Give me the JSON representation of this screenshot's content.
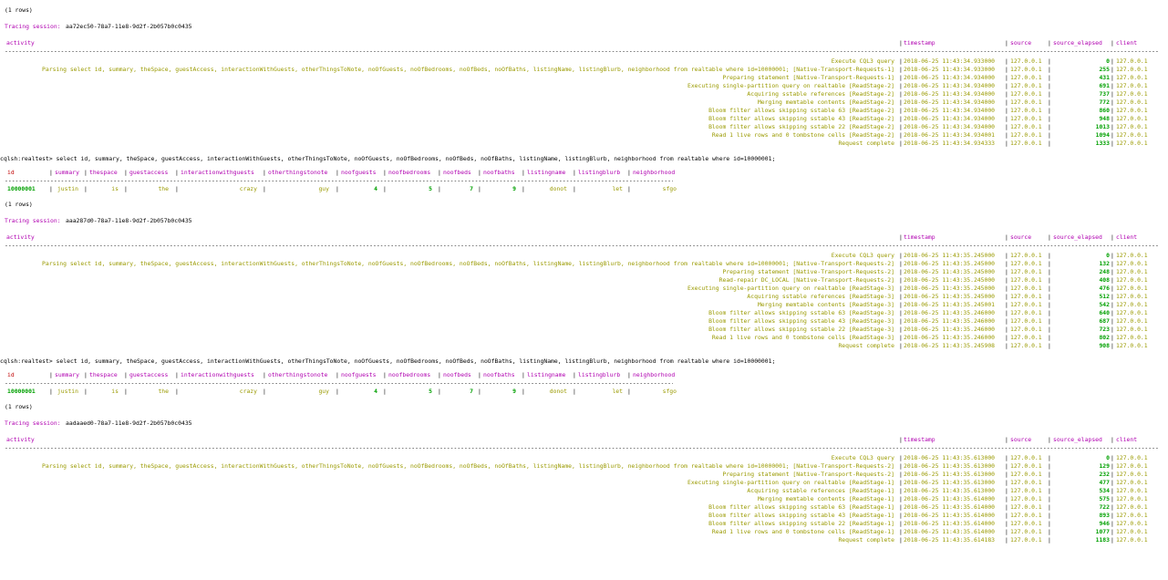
{
  "prompt": "cqlsh:realtest> select id, summary, theSpace, guestAccess, interactionWithGuests, otherThingsToNote, noOfGuests, noOfBedrooms, noOfBeds, noOfBaths, listingName, listingBlurb, neighborhood from realtable where id=10000001;",
  "rows_note": "(1 rows)",
  "tracing_label": "Tracing session:",
  "trace_headers": [
    "activity",
    "timestamp",
    "source",
    "source_elapsed",
    "client"
  ],
  "result_headers": [
    "id",
    "summary",
    "thespace",
    "guestaccess",
    "interactionwithguests",
    "otherthingstonote",
    "noofguests",
    "noofbedrooms",
    "noofbeds",
    "noofbaths",
    "listingname",
    "listingblurb",
    "neighborhood"
  ],
  "result_row": [
    "10000001",
    "justin",
    "is",
    "the",
    "crazy",
    "guy",
    "4",
    "5",
    "7",
    "9",
    "donot",
    "let",
    "sfgo"
  ],
  "sessions": [
    {
      "id": "aa72ec50-78a7-11e8-9d2f-2b057b0c0435",
      "rows": [
        [
          "Execute CQL3 query",
          "2018-06-25 11:43:34.933000",
          "127.0.0.1",
          "0",
          "127.0.0.1"
        ],
        [
          "Parsing select id, summary, theSpace, guestAccess, interactionWithGuests, otherThingsToNote, noOfGuests, noOfBedrooms, noOfBeds, noOfBaths, listingName, listingBlurb, neighborhood from realtable where id=10000001; [Native-Transport-Requests-1]",
          "2018-06-25 11:43:34.933000",
          "127.0.0.1",
          "255",
          "127.0.0.1"
        ],
        [
          "Preparing statement [Native-Transport-Requests-1]",
          "2018-06-25 11:43:34.934000",
          "127.0.0.1",
          "431",
          "127.0.0.1"
        ],
        [
          "Executing single-partition query on realtable [ReadStage-2]",
          "2018-06-25 11:43:34.934000",
          "127.0.0.1",
          "691",
          "127.0.0.1"
        ],
        [
          "Acquiring sstable references [ReadStage-2]",
          "2018-06-25 11:43:34.934000",
          "127.0.0.1",
          "737",
          "127.0.0.1"
        ],
        [
          "Merging memtable contents [ReadStage-2]",
          "2018-06-25 11:43:34.934000",
          "127.0.0.1",
          "772",
          "127.0.0.1"
        ],
        [
          "Bloom filter allows skipping sstable 63 [ReadStage-2]",
          "2018-06-25 11:43:34.934000",
          "127.0.0.1",
          "860",
          "127.0.0.1"
        ],
        [
          "Bloom filter allows skipping sstable 43 [ReadStage-2]",
          "2018-06-25 11:43:34.934000",
          "127.0.0.1",
          "948",
          "127.0.0.1"
        ],
        [
          "Bloom filter allows skipping sstable 22 [ReadStage-2]",
          "2018-06-25 11:43:34.934000",
          "127.0.0.1",
          "1013",
          "127.0.0.1"
        ],
        [
          "Read 1 live rows and 0 tombstone cells [ReadStage-2]",
          "2018-06-25 11:43:34.934001",
          "127.0.0.1",
          "1094",
          "127.0.0.1"
        ],
        [
          "Request complete",
          "2018-06-25 11:43:34.934333",
          "127.0.0.1",
          "1333",
          "127.0.0.1"
        ]
      ]
    },
    {
      "id": "aaa287d0-78a7-11e8-9d2f-2b057b0c0435",
      "rows": [
        [
          "Execute CQL3 query",
          "2018-06-25 11:43:35.245000",
          "127.0.0.1",
          "0",
          "127.0.0.1"
        ],
        [
          "Parsing select id, summary, theSpace, guestAccess, interactionWithGuests, otherThingsToNote, noOfGuests, noOfBedrooms, noOfBeds, noOfBaths, listingName, listingBlurb, neighborhood from realtable where id=10000001; [Native-Transport-Requests-2]",
          "2018-06-25 11:43:35.245000",
          "127.0.0.1",
          "132",
          "127.0.0.1"
        ],
        [
          "Preparing statement [Native-Transport-Requests-2]",
          "2018-06-25 11:43:35.245000",
          "127.0.0.1",
          "248",
          "127.0.0.1"
        ],
        [
          "Read-repair DC_LOCAL [Native-Transport-Requests-2]",
          "2018-06-25 11:43:35.245000",
          "127.0.0.1",
          "408",
          "127.0.0.1"
        ],
        [
          "Executing single-partition query on realtable [ReadStage-3]",
          "2018-06-25 11:43:35.245000",
          "127.0.0.1",
          "476",
          "127.0.0.1"
        ],
        [
          "Acquiring sstable references [ReadStage-3]",
          "2018-06-25 11:43:35.245000",
          "127.0.0.1",
          "512",
          "127.0.0.1"
        ],
        [
          "Merging memtable contents [ReadStage-3]",
          "2018-06-25 11:43:35.245001",
          "127.0.0.1",
          "542",
          "127.0.0.1"
        ],
        [
          "Bloom filter allows skipping sstable 63 [ReadStage-3]",
          "2018-06-25 11:43:35.246000",
          "127.0.0.1",
          "640",
          "127.0.0.1"
        ],
        [
          "Bloom filter allows skipping sstable 43 [ReadStage-3]",
          "2018-06-25 11:43:35.246000",
          "127.0.0.1",
          "687",
          "127.0.0.1"
        ],
        [
          "Bloom filter allows skipping sstable 22 [ReadStage-3]",
          "2018-06-25 11:43:35.246000",
          "127.0.0.1",
          "723",
          "127.0.0.1"
        ],
        [
          "Read 1 live rows and 0 tombstone cells [ReadStage-3]",
          "2018-06-25 11:43:35.246000",
          "127.0.0.1",
          "802",
          "127.0.0.1"
        ],
        [
          "Request complete",
          "2018-06-25 11:43:35.245908",
          "127.0.0.1",
          "908",
          "127.0.0.1"
        ]
      ]
    },
    {
      "id": "aadaaed0-78a7-11e8-9d2f-2b057b0c0435",
      "rows": [
        [
          "Execute CQL3 query",
          "2018-06-25 11:43:35.613000",
          "127.0.0.1",
          "0",
          "127.0.0.1"
        ],
        [
          "Parsing select id, summary, theSpace, guestAccess, interactionWithGuests, otherThingsToNote, noOfGuests, noOfBedrooms, noOfBeds, noOfBaths, listingName, listingBlurb, neighborhood from realtable where id=10000001; [Native-Transport-Requests-2]",
          "2018-06-25 11:43:35.613000",
          "127.0.0.1",
          "129",
          "127.0.0.1"
        ],
        [
          "Preparing statement [Native-Transport-Requests-2]",
          "2018-06-25 11:43:35.613000",
          "127.0.0.1",
          "232",
          "127.0.0.1"
        ],
        [
          "Executing single-partition query on realtable [ReadStage-1]",
          "2018-06-25 11:43:35.613000",
          "127.0.0.1",
          "477",
          "127.0.0.1"
        ],
        [
          "Acquiring sstable references [ReadStage-1]",
          "2018-06-25 11:43:35.613000",
          "127.0.0.1",
          "534",
          "127.0.0.1"
        ],
        [
          "Merging memtable contents [ReadStage-1]",
          "2018-06-25 11:43:35.614000",
          "127.0.0.1",
          "575",
          "127.0.0.1"
        ],
        [
          "Bloom filter allows skipping sstable 63 [ReadStage-1]",
          "2018-06-25 11:43:35.614000",
          "127.0.0.1",
          "722",
          "127.0.0.1"
        ],
        [
          "Bloom filter allows skipping sstable 43 [ReadStage-1]",
          "2018-06-25 11:43:35.614000",
          "127.0.0.1",
          "893",
          "127.0.0.1"
        ],
        [
          "Bloom filter allows skipping sstable 22 [ReadStage-1]",
          "2018-06-25 11:43:35.614000",
          "127.0.0.1",
          "946",
          "127.0.0.1"
        ],
        [
          "Read 1 live rows and 0 tombstone cells [ReadStage-1]",
          "2018-06-25 11:43:35.614000",
          "127.0.0.1",
          "1077",
          "127.0.0.1"
        ],
        [
          "Request complete",
          "2018-06-25 11:43:35.614183",
          "127.0.0.1",
          "1183",
          "127.0.0.1"
        ]
      ]
    }
  ]
}
